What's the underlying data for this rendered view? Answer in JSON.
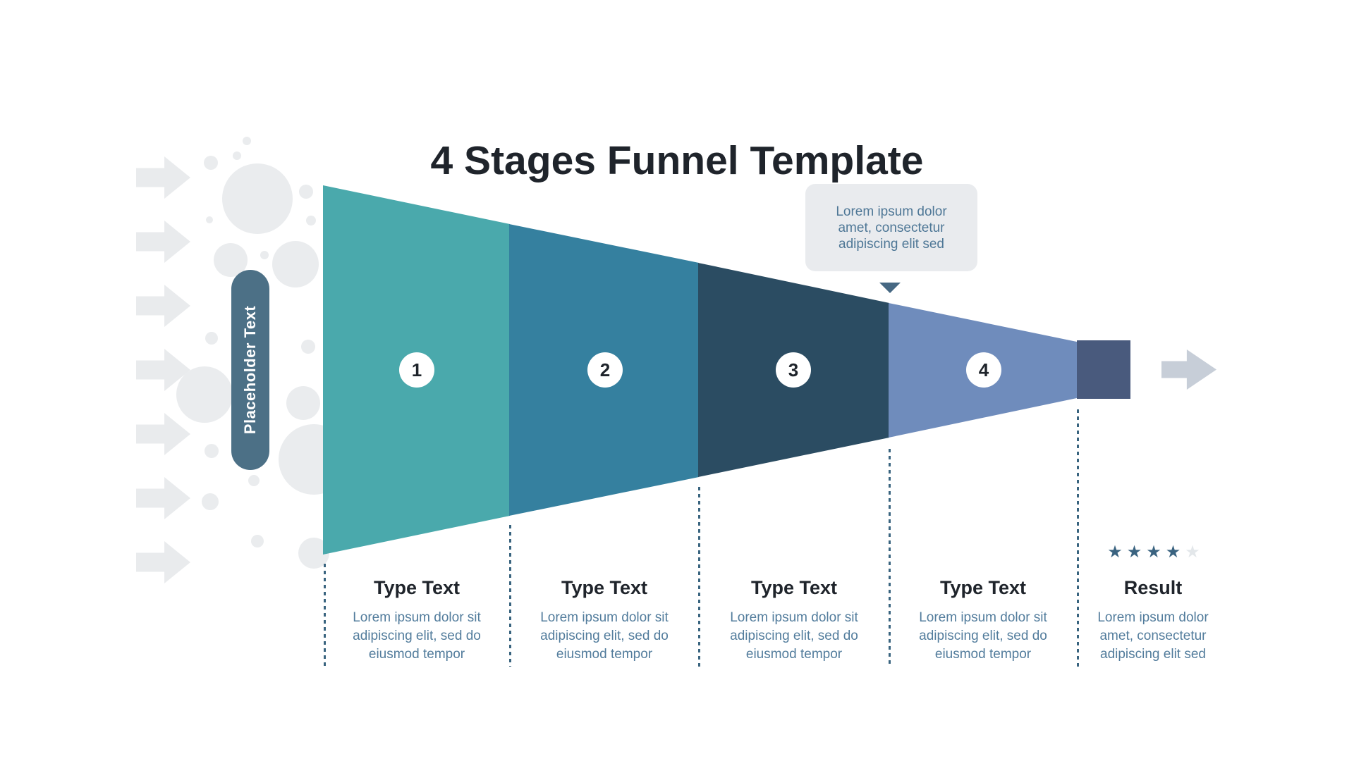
{
  "title": "4 Stages Funnel Template",
  "side_label": "Placeholder Text",
  "tooltip": {
    "text": "Lorem ipsum dolor\namet, consectetur\nadipiscing elit sed"
  },
  "stages": [
    {
      "number": "1",
      "color": "#4AA9AC",
      "label": "Type Text",
      "description": "Lorem ipsum dolor sit\nadipiscing elit, sed do\neiusmod tempor"
    },
    {
      "number": "2",
      "color": "#35809F",
      "label": "Type Text",
      "description": "Lorem ipsum dolor sit\nadipiscing elit, sed do\neiusmod tempor"
    },
    {
      "number": "3",
      "color": "#2B4C62",
      "label": "Type Text",
      "description": "Lorem ipsum dolor sit\nadipiscing elit, sed do\neiusmod tempor"
    },
    {
      "number": "4",
      "color": "#6F8CBC",
      "label": "Type Text",
      "description": "Lorem ipsum dolor sit\nadipiscing elit, sed do\neiusmod tempor"
    }
  ],
  "result": {
    "label": "Result",
    "description": "Lorem ipsum dolor\namet, consectetur\nadipiscing elit sed",
    "stars_filled": 4,
    "stars_total": 5
  },
  "colors": {
    "title_text": "#1F242B",
    "muted_text": "#527C9C",
    "tooltip_text": "#4E7796",
    "tooltip_bg": "#E9EBEE",
    "funnel_endcap": "#495A7D",
    "side_pill": "#4C7086",
    "pointer": "#466883",
    "dotted_line": "#39647F",
    "star_filled": "#3A6380",
    "star_empty": "#E3E7EA",
    "decor_gray": "#EAECEE",
    "left_arrows": "#E9EBED",
    "right_arrow": "#C7CED8"
  }
}
